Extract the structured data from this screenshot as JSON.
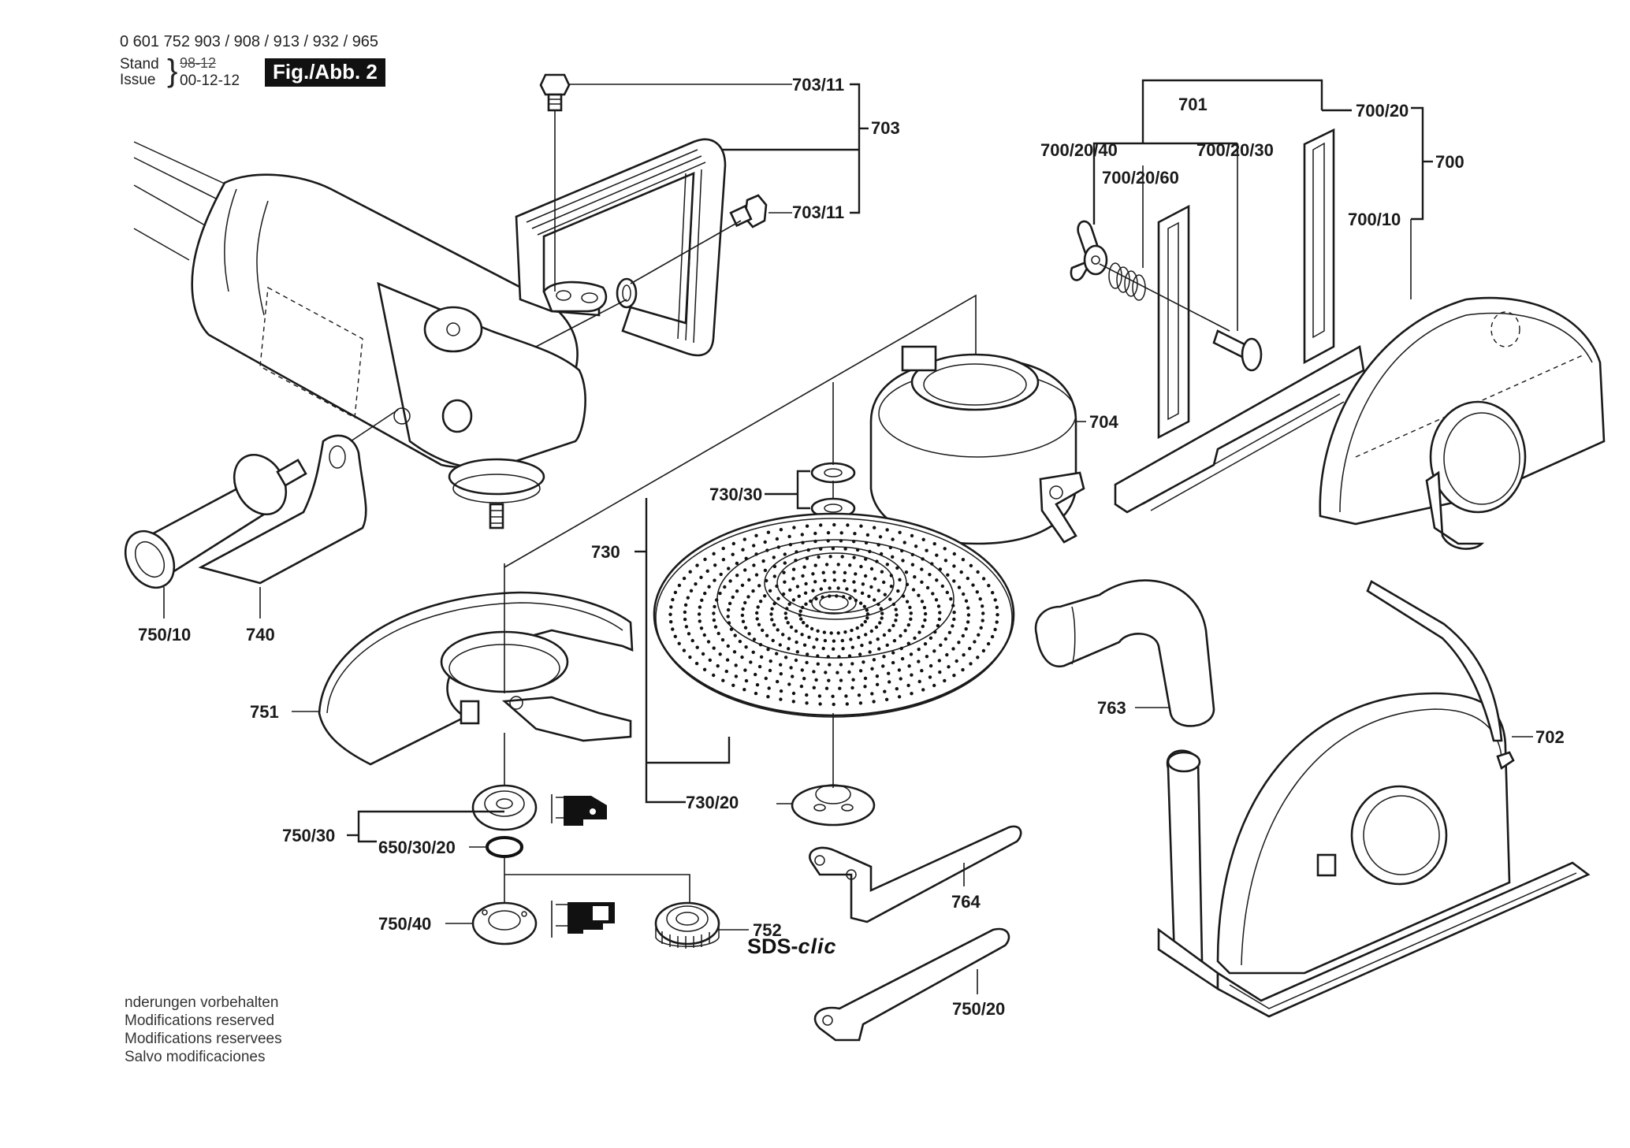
{
  "header": {
    "part_numbers": "0 601 752 903 / 908 / 913 / 932 / 965",
    "stand_label": "Stand",
    "issue_label": "Issue",
    "stand_date_struck": "98-12",
    "issue_date": "00-12-12",
    "figure_badge": "Fig./Abb. 2"
  },
  "footer_notes": [
    " nderungen vorbehalten",
    "Modifications reserved",
    "Modifications reservees",
    "Salvo modificaciones"
  ],
  "sds_logo": {
    "prefix": "SDS-",
    "suffix": "clic"
  },
  "callouts": {
    "c703_11_top": "703/11",
    "c703": "703",
    "c703_11_bottom": "703/11",
    "c701": "701",
    "c700_20": "700/20",
    "c700_20_40": "700/20/40",
    "c700_20_30": "700/20/30",
    "c700_20_60": "700/20/60",
    "c700": "700",
    "c700_10": "700/10",
    "c704": "704",
    "c730_30": "730/30",
    "c730": "730",
    "c730_20": "730/20",
    "c750_10": "750/10",
    "c740": "740",
    "c751": "751",
    "c763": "763",
    "c702": "702",
    "c750_30": "750/30",
    "c650_30_20": "650/30/20",
    "c750_40": "750/40",
    "c752": "752",
    "c764": "764",
    "c750_20": "750/20"
  },
  "parts": [
    {
      "id": "703/11",
      "name": "hex-bolt"
    },
    {
      "id": "703",
      "name": "bow-handle"
    },
    {
      "id": "701",
      "name": "guide-assembly"
    },
    {
      "id": "700/20",
      "name": "cutting-guide-base"
    },
    {
      "id": "700/20/40",
      "name": "wing-nut"
    },
    {
      "id": "700/20/60",
      "name": "spring"
    },
    {
      "id": "700/20/30",
      "name": "carriage-bolt"
    },
    {
      "id": "700",
      "name": "cutting-guard-assembly"
    },
    {
      "id": "700/10",
      "name": "cutting-guard"
    },
    {
      "id": "704",
      "name": "extraction-hood"
    },
    {
      "id": "730",
      "name": "backing-pad-assembly"
    },
    {
      "id": "730/30",
      "name": "washers"
    },
    {
      "id": "730/20",
      "name": "clamping-nut"
    },
    {
      "id": "750/10",
      "name": "side-handle"
    },
    {
      "id": "740",
      "name": "hand-guard"
    },
    {
      "id": "751",
      "name": "protection-guard"
    },
    {
      "id": "763",
      "name": "extraction-elbow"
    },
    {
      "id": "702",
      "name": "extraction-cutting-guard"
    },
    {
      "id": "750/30",
      "name": "mounting-flange"
    },
    {
      "id": "650/30/20",
      "name": "o-ring"
    },
    {
      "id": "750/40",
      "name": "clamping-nut"
    },
    {
      "id": "752",
      "name": "sds-clic-quick-nut"
    },
    {
      "id": "764",
      "name": "two-pin-spanner-angled"
    },
    {
      "id": "750/20",
      "name": "two-pin-spanner"
    }
  ]
}
